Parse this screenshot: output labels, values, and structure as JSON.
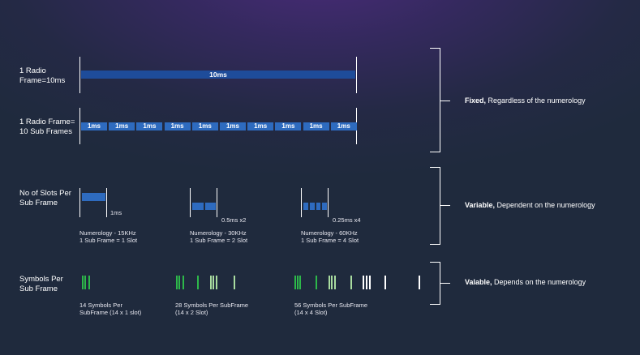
{
  "rows": {
    "radio_frame": "1 Radio\nFrame=10ms",
    "sub_frames": "1 Radio Frame=\n10 Sub Frames",
    "slots": "No of Slots Per\nSub Frame",
    "symbols": "Symbols Per\nSub Frame"
  },
  "radio_frame_bar": "10ms",
  "sub_frame_label": "1ms",
  "sub_frame_count": 10,
  "numerologies": [
    {
      "duration": "1ms",
      "line1": "Numerology - 15KHz",
      "line2": "1 Sub Frame = 1 Slot",
      "slots": 1,
      "symbols_line1": "14 Symbols Per",
      "symbols_line2": "SubFrame (14 x 1 slot)"
    },
    {
      "duration": "0.5ms x2",
      "line1": "Numerology - 30KHz",
      "line2": "1 Sub Frame = 2 Slot",
      "slots": 2,
      "symbols_line1": "28 Symbols Per SubFrame",
      "symbols_line2": "(14 x 2 Slot)"
    },
    {
      "duration": "0.25ms x4",
      "line1": "Numerology - 60KHz",
      "line2": "1 Sub Frame = 4 Slot",
      "slots": 4,
      "symbols_line1": "56 Symbols Per SubFrame",
      "symbols_line2": "(14 x 4 Slot)"
    }
  ],
  "right": {
    "fixed_bold": "Fixed,",
    "fixed_rest": " Regardless of the numerology",
    "variable_bold": "Variable,",
    "variable_rest": " Dependent on the numerology",
    "valable_bold": "Valable,",
    "valable_rest": " Depends on the numerology"
  },
  "colors": {
    "frame_bar": "#1e4c9a",
    "sub_box": "#2e6bbf",
    "symbol_green": "#2db84a",
    "symbol_light": "#a9dca0",
    "symbol_white": "#ffffff"
  }
}
